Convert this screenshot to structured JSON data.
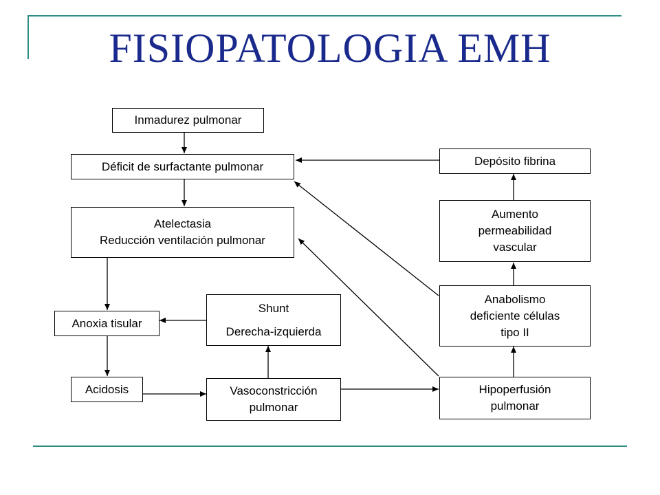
{
  "title": "FISIOPATOLOGIA EMH",
  "colors": {
    "title": "#1a2a8c",
    "accent_lines": "#2e8b85",
    "box_border": "#000000"
  },
  "nodes": {
    "inmadurez": "Inmadurez pulmonar",
    "deficit": "Déficit de surfactante pulmonar",
    "atelectasia": {
      "line1": "Atelectasia",
      "line2": "Reducción ventilación pulmonar"
    },
    "anoxia": "Anoxia tisular",
    "shunt": {
      "line1": "Shunt",
      "line2": "Derecha-izquierda"
    },
    "acidosis": "Acidosis",
    "vasoconstriccion": {
      "line1": "Vasoconstricción",
      "line2": "pulmonar"
    },
    "hipoperfusion": {
      "line1": "Hipoperfusión",
      "line2": "pulmonar"
    },
    "anabolismo": {
      "line1": "Anabolismo",
      "line2": "deficiente células",
      "line3": "tipo II"
    },
    "aumento": {
      "line1": "Aumento",
      "line2": "permeabilidad",
      "line3": "vascular"
    },
    "deposito": "Depósito fibrina"
  }
}
